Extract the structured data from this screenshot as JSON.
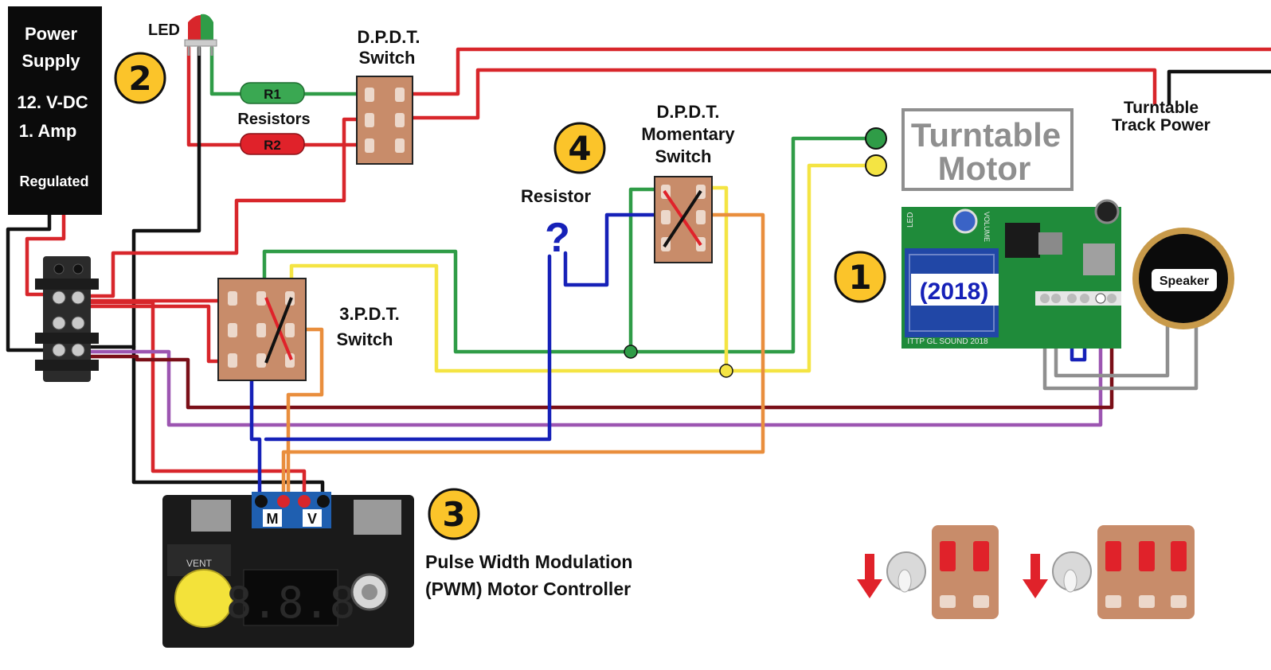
{
  "power_supply": {
    "line1": "Power",
    "line2": "Supply",
    "line3": "12. V-DC",
    "line4": "1. Amp",
    "line5": "Regulated"
  },
  "led_label": "LED",
  "dpdt_switch": {
    "line1": "D.P.D.T.",
    "line2": "Switch"
  },
  "resistors": {
    "r1": "R1",
    "r2": "R2",
    "caption": "Resistors"
  },
  "dpdt_momentary": {
    "line1": "D.P.D.T.",
    "line2": "Momentary",
    "line3": "Switch"
  },
  "resistor_unknown": {
    "label": "Resistor",
    "mark": "?"
  },
  "turntable_motor": {
    "line1": "Turntable",
    "line2": "Motor"
  },
  "track_power": {
    "line1": "Turntable",
    "line2": "Track Power"
  },
  "three_pdt": {
    "line1": "3.P.D.T.",
    "line2": "Switch"
  },
  "sound_board": {
    "year": "(2018)",
    "vol": "VOLUME",
    "led": "LED",
    "footer": "ITTP GL SOUND 2018"
  },
  "speaker_label": "Speaker",
  "pwm": {
    "m": "M",
    "v": "V",
    "line1": "Pulse Width Modulation",
    "line2": "(PWM) Motor Controller",
    "display": "8.8.8",
    "vent": "VENT"
  },
  "badges": [
    "1",
    "2",
    "3",
    "4"
  ],
  "colors": {
    "red": "#d8262b",
    "dark_red": "#7a0f18",
    "green": "#2f9c47",
    "yellow": "#f4e443",
    "orange": "#e98e3d",
    "blue": "#1621b8",
    "purple": "#9c55b1",
    "black": "#111111",
    "gray": "#8f8f8f",
    "switch_body": "#c88c6a",
    "badge": "#fbc42a"
  }
}
